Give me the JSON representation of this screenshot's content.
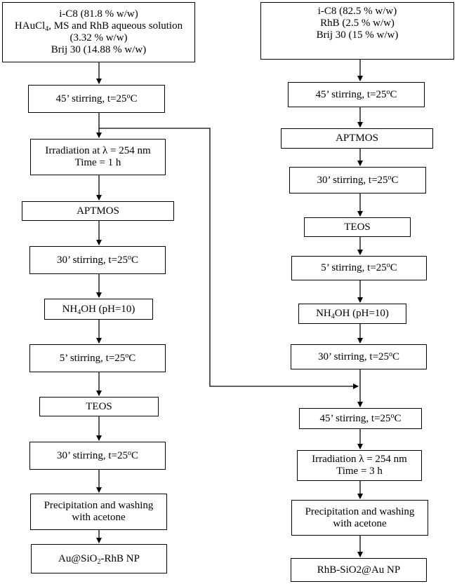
{
  "left_column": {
    "start": {
      "line1": "i-C8 (81.8 % w/w)",
      "line2_a": "HAuCl",
      "line2_sub": "4",
      "line2_b": ", MS and RhB aqueous solution",
      "line3": "(3.32 % w/w)",
      "line4": "Brij 30 (14.88 % w/w)"
    },
    "stir45": {
      "text": "45’ stirring, t=25",
      "sup": "o",
      "unit": "C"
    },
    "irradiation": {
      "line1": "Irradiation at λ = 254 nm",
      "line2": "Time = 1 h"
    },
    "aptmos": "APTMOS",
    "stir30a": {
      "text": "30’ stirring, t=25",
      "sup": "o",
      "unit": "C"
    },
    "nh4oh": {
      "pre": "NH",
      "sub": "4",
      "post": "OH (pH=10)"
    },
    "stir5": {
      "text": "5’ stirring, t=25",
      "sup": "o",
      "unit": "C"
    },
    "teos": "TEOS",
    "stir30b": {
      "text": "30’ stirring, t=25",
      "sup": "o",
      "unit": "C"
    },
    "precip": {
      "line1": "Precipitation and washing",
      "line2": "with acetone"
    },
    "product": {
      "pre": "Au@SiO",
      "sub": "2",
      "post": "-RhB NP"
    }
  },
  "right_column": {
    "start": {
      "line1": "i-C8 (82.5 % w/w)",
      "line2": "RhB (2.5 % w/w)",
      "line3": "Brij 30 (15 % w/w)"
    },
    "stir45a": {
      "text": "45’ stirring, t=25",
      "sup": "o",
      "unit": "C"
    },
    "aptmos": "APTMOS",
    "stir30a": {
      "text": "30’ stirring, t=25",
      "sup": "o",
      "unit": "C"
    },
    "teos": "TEOS",
    "stir5": {
      "text": "5’ stirring, t=25",
      "sup": "o",
      "unit": "C"
    },
    "nh4oh": {
      "pre": "NH",
      "sub": "4",
      "post": "OH (pH=10)"
    },
    "stir30b": {
      "text": "30’ stirring, t=25",
      "sup": "o",
      "unit": "C"
    },
    "stir45b": {
      "text": "45’ stirring, t=25",
      "sup": "o",
      "unit": "C"
    },
    "irradiation": {
      "line1": "Irradiation λ = 254 nm",
      "line2": "Time = 3 h"
    },
    "precip": {
      "line1": "Precipitation and washing",
      "line2": "with acetone"
    },
    "product": "RhB-SiO2@Au NP"
  }
}
